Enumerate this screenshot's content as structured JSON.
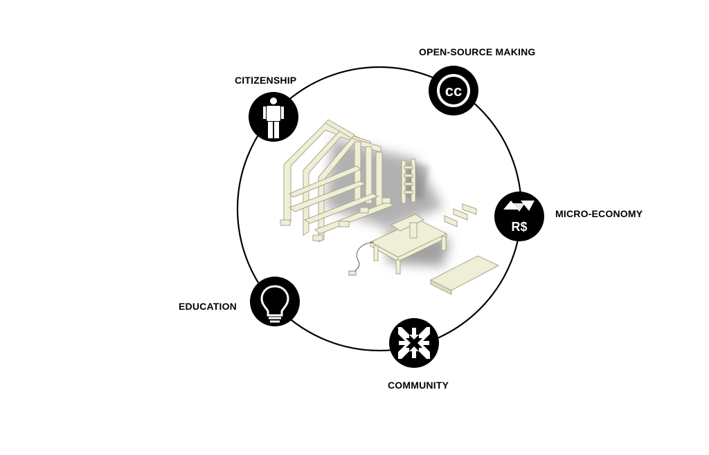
{
  "diagram": {
    "labels": {
      "open_source": "OPEN-SOURCE MAKING",
      "citizenship": "CITIZENSHIP",
      "micro_economy": "MICRO-ECONOMY",
      "education": "EDUCATION",
      "community": "COMMUNITY"
    },
    "icon_text": {
      "cc": "cc",
      "currency": "R$"
    },
    "icons": {
      "open_source": "creative-commons-icon",
      "citizenship": "person-icon",
      "micro_economy": "recycle-currency-icon",
      "education": "lightbulb-icon",
      "community": "arrows-inward-icon"
    },
    "colors": {
      "background": "#ffffff",
      "node_fill": "#000000",
      "icon_fill": "#ffffff",
      "ring": "#000000",
      "wood": "#efeed6"
    }
  }
}
